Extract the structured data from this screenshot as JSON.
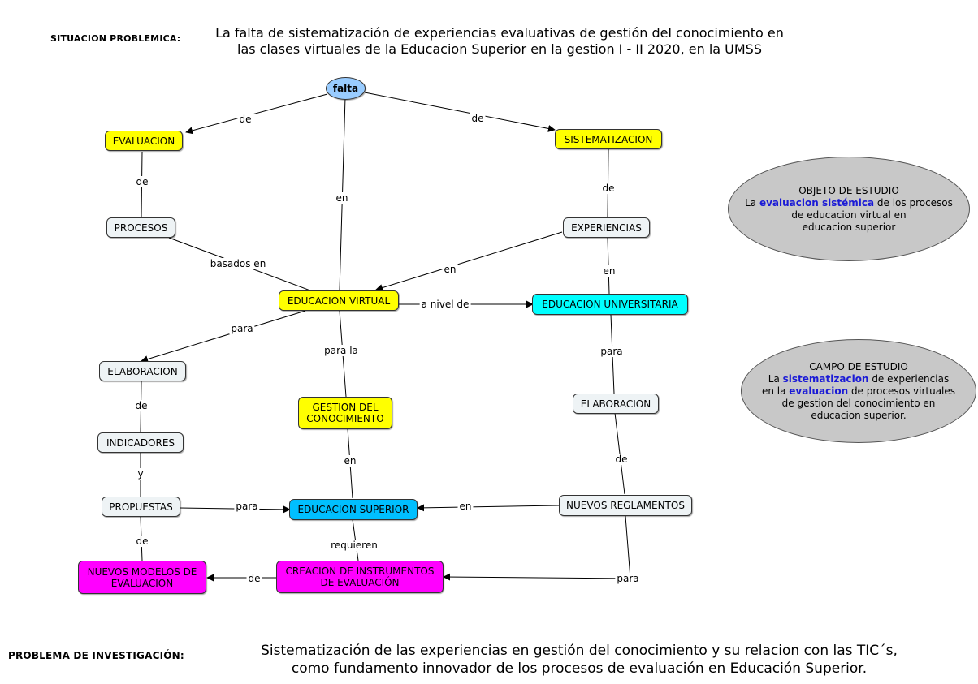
{
  "header": {
    "situation_label": "SITUACION PROBLEMICA:",
    "situation_text_1": "La falta de sistematización de experiencias evaluativas de gestión del conocimiento en",
    "situation_text_2": "las clases virtuales  de la Educacion Superior en la gestion I - II  2020, en la UMSS"
  },
  "footer": {
    "problem_label": "PROBLEMA DE INVESTIGACIÓN:",
    "problem_text_1": "Sistematización de las experiencias en gestión del conocimiento y su relacion con las TIC´s,",
    "problem_text_2": "como fundamento innovador de los procesos de evaluación en Educación Superior."
  },
  "nodes": {
    "falta": "falta",
    "evaluacion": "EVALUACION",
    "sistematizacion": "SISTEMATIZACION",
    "procesos": "PROCESOS",
    "experiencias": "EXPERIENCIAS",
    "educacion_virtual": "EDUCACION VIRTUAL",
    "educacion_universitaria": "EDUCACION UNIVERSITARIA",
    "elaboracion_left": "ELABORACION",
    "elaboracion_right": "ELABORACION",
    "gestion_line1": "GESTION DEL",
    "gestion_line2": "CONOCIMIENTO",
    "indicadores": "INDICADORES",
    "propuestas": "PROPUESTAS",
    "educacion_superior": "EDUCACION SUPERIOR",
    "nuevos_reglamentos": "NUEVOS REGLAMENTOS",
    "nuevos_modelos_line1": "NUEVOS MODELOS DE",
    "nuevos_modelos_line2": "EVALUACION",
    "creacion_line1": "CREACION DE INSTRUMENTOS",
    "creacion_line2": "DE EVALUACIÓN"
  },
  "links": {
    "falta_evaluacion": "de",
    "falta_sistematizacion": "de",
    "falta_virtual": "en",
    "evaluacion_procesos": "de",
    "sistematizacion_experiencias": "de",
    "procesos_virtual": "basados en",
    "experiencias_virtual": "en",
    "experiencias_universitaria": "en",
    "virtual_universitaria": "a nivel de",
    "virtual_elaboracion": "para",
    "virtual_gestion": "para la",
    "universitaria_elaboracion": "para",
    "elaboracion_indicadores": "de",
    "indicadores_propuestas": "y",
    "gestion_superior": "en",
    "elaboracion_reglamentos": "de",
    "propuestas_superior": "para",
    "reglamentos_superior": "en",
    "propuestas_modelos": "de",
    "superior_creacion": "requieren",
    "creacion_modelos": "de",
    "reglamentos_creacion": "para"
  },
  "objeto": {
    "title": "OBJETO DE ESTUDIO",
    "pre": "La",
    "highlight": "evaluacion sistémica",
    "post": "de los procesos",
    "line3": "de educacion virtual en",
    "line4": "educacion superior"
  },
  "campo": {
    "title": "CAMPO DE ESTUDIO",
    "pre": "La",
    "highlight1": "sistematizacion",
    "post1": "de experiencias",
    "pre2": "en la",
    "highlight2": "evaluacion",
    "post2": "de procesos virtuales",
    "line4": "de gestion del conocimiento en",
    "line5": "educacion superior."
  },
  "colors": {
    "yellow": "#ffff00",
    "cyan": "#00ffff",
    "blue": "#00bfff",
    "magenta": "#ff00ff",
    "pale": "#eef3f5",
    "falta": "#99ccff",
    "highlight": "#1a1ad6"
  }
}
